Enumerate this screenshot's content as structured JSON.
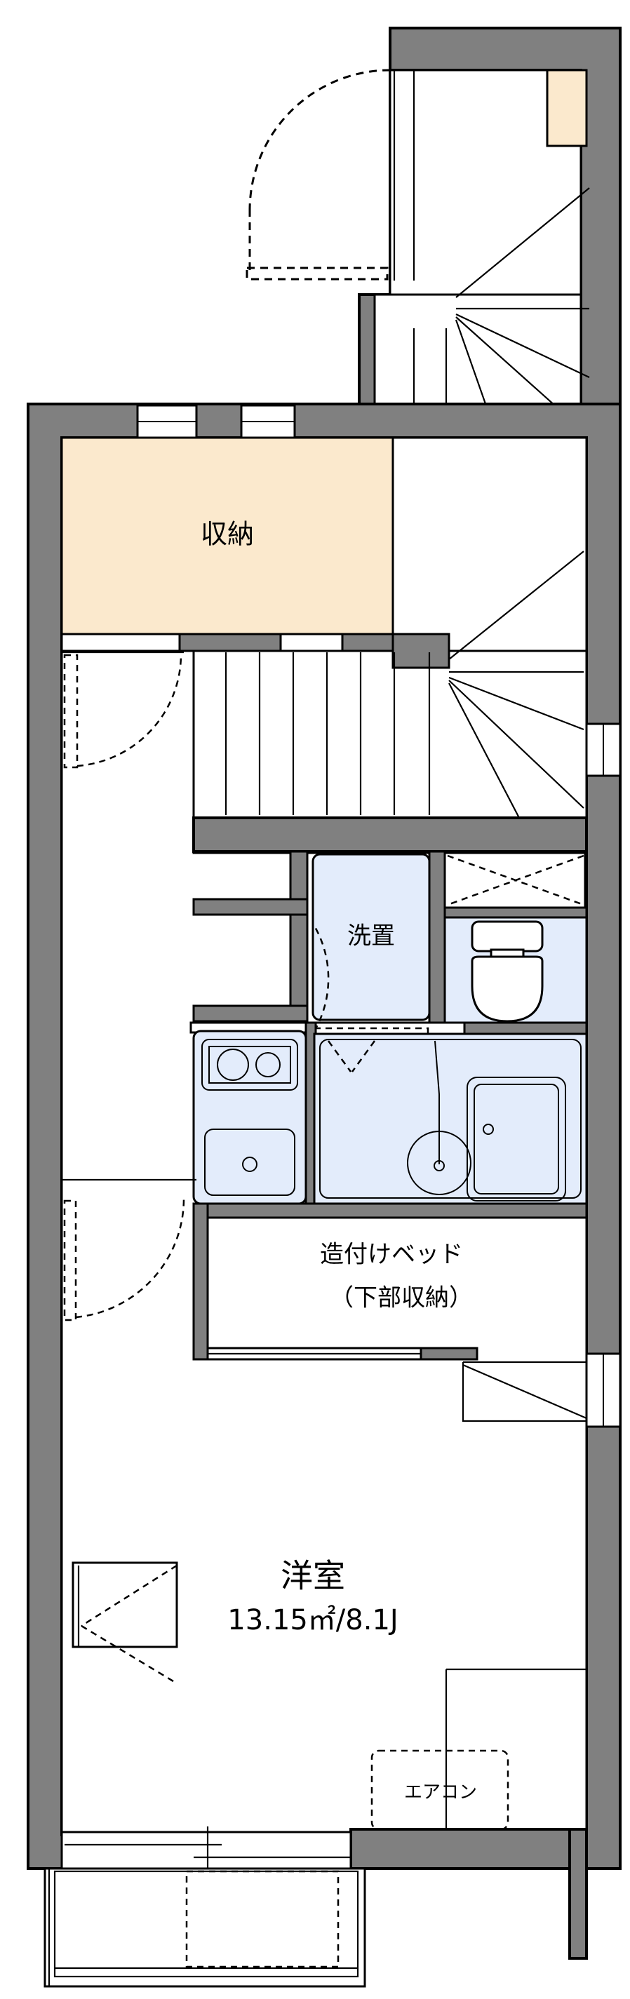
{
  "document": {
    "type": "floor-plan",
    "title": "間取り図",
    "background_color": "#ffffff",
    "wall_color": "#808080",
    "storage_color": "#fbe9cd",
    "water_fixture_color": "#e3ecfb",
    "line_color": "#000000"
  },
  "upper_plan": {
    "name": "loft-stair-plan",
    "description": "上部階段・ロフト部分平面",
    "features": {
      "entry_door_swing": "entrance-door-arc",
      "storage_patch_color": "#fbe9cd",
      "winder_stair": "winder-staircase"
    }
  },
  "main_plan": {
    "name": "main-floor-plan",
    "rooms": [
      {
        "id": "storage-upper",
        "label": "収納",
        "fill": "#fbe9cd"
      },
      {
        "id": "washer-space",
        "label": "洗置",
        "fill": "#e3ecfb"
      },
      {
        "id": "toilet",
        "label": "",
        "fill": "#e3ecfb"
      },
      {
        "id": "unit-bath",
        "label": "",
        "fill": "#e3ecfb"
      },
      {
        "id": "kitchen",
        "label": "",
        "fill": "#e3ecfb"
      },
      {
        "id": "built-in-bed",
        "label_line1": "造付けベッド",
        "label_line2": "（下部収納）"
      },
      {
        "id": "western-room",
        "label": "洋室",
        "area_line": "13.15㎡/8.1J",
        "area_value": "13.15",
        "area_unit": "㎡",
        "tatami_value": "8.1",
        "tatami_unit": "J"
      },
      {
        "id": "air-conditioner",
        "label": "エアコン"
      },
      {
        "id": "balcony",
        "label": ""
      },
      {
        "id": "entry-closet",
        "label": ""
      }
    ]
  },
  "labels": {
    "storage": "収納",
    "washer": "洗置",
    "bed_line1": "造付けベッド",
    "bed_line2": "（下部収納）",
    "room_name": "洋室",
    "room_area": "13.15㎡/8.1J",
    "air_conditioner": "エアコン"
  }
}
